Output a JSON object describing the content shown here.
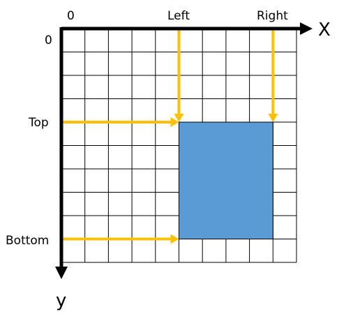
{
  "origin_x_label": "0",
  "origin_y_label": "0",
  "x_axis_label": "X",
  "y_axis_label": "y",
  "left_label": "Left",
  "right_label": "Right",
  "top_label": "Top",
  "bottom_label": "Bottom",
  "colors": {
    "axis": "#000000",
    "grid": "#000000",
    "arrow": "#FFC000",
    "rect_fill": "#5B9BD5",
    "rect_stroke": "#000000"
  },
  "grid": {
    "columns": 10,
    "rows": 10
  },
  "rect": {
    "left_col": 5,
    "right_col": 9,
    "top_row": 4,
    "bottom_row": 9
  }
}
